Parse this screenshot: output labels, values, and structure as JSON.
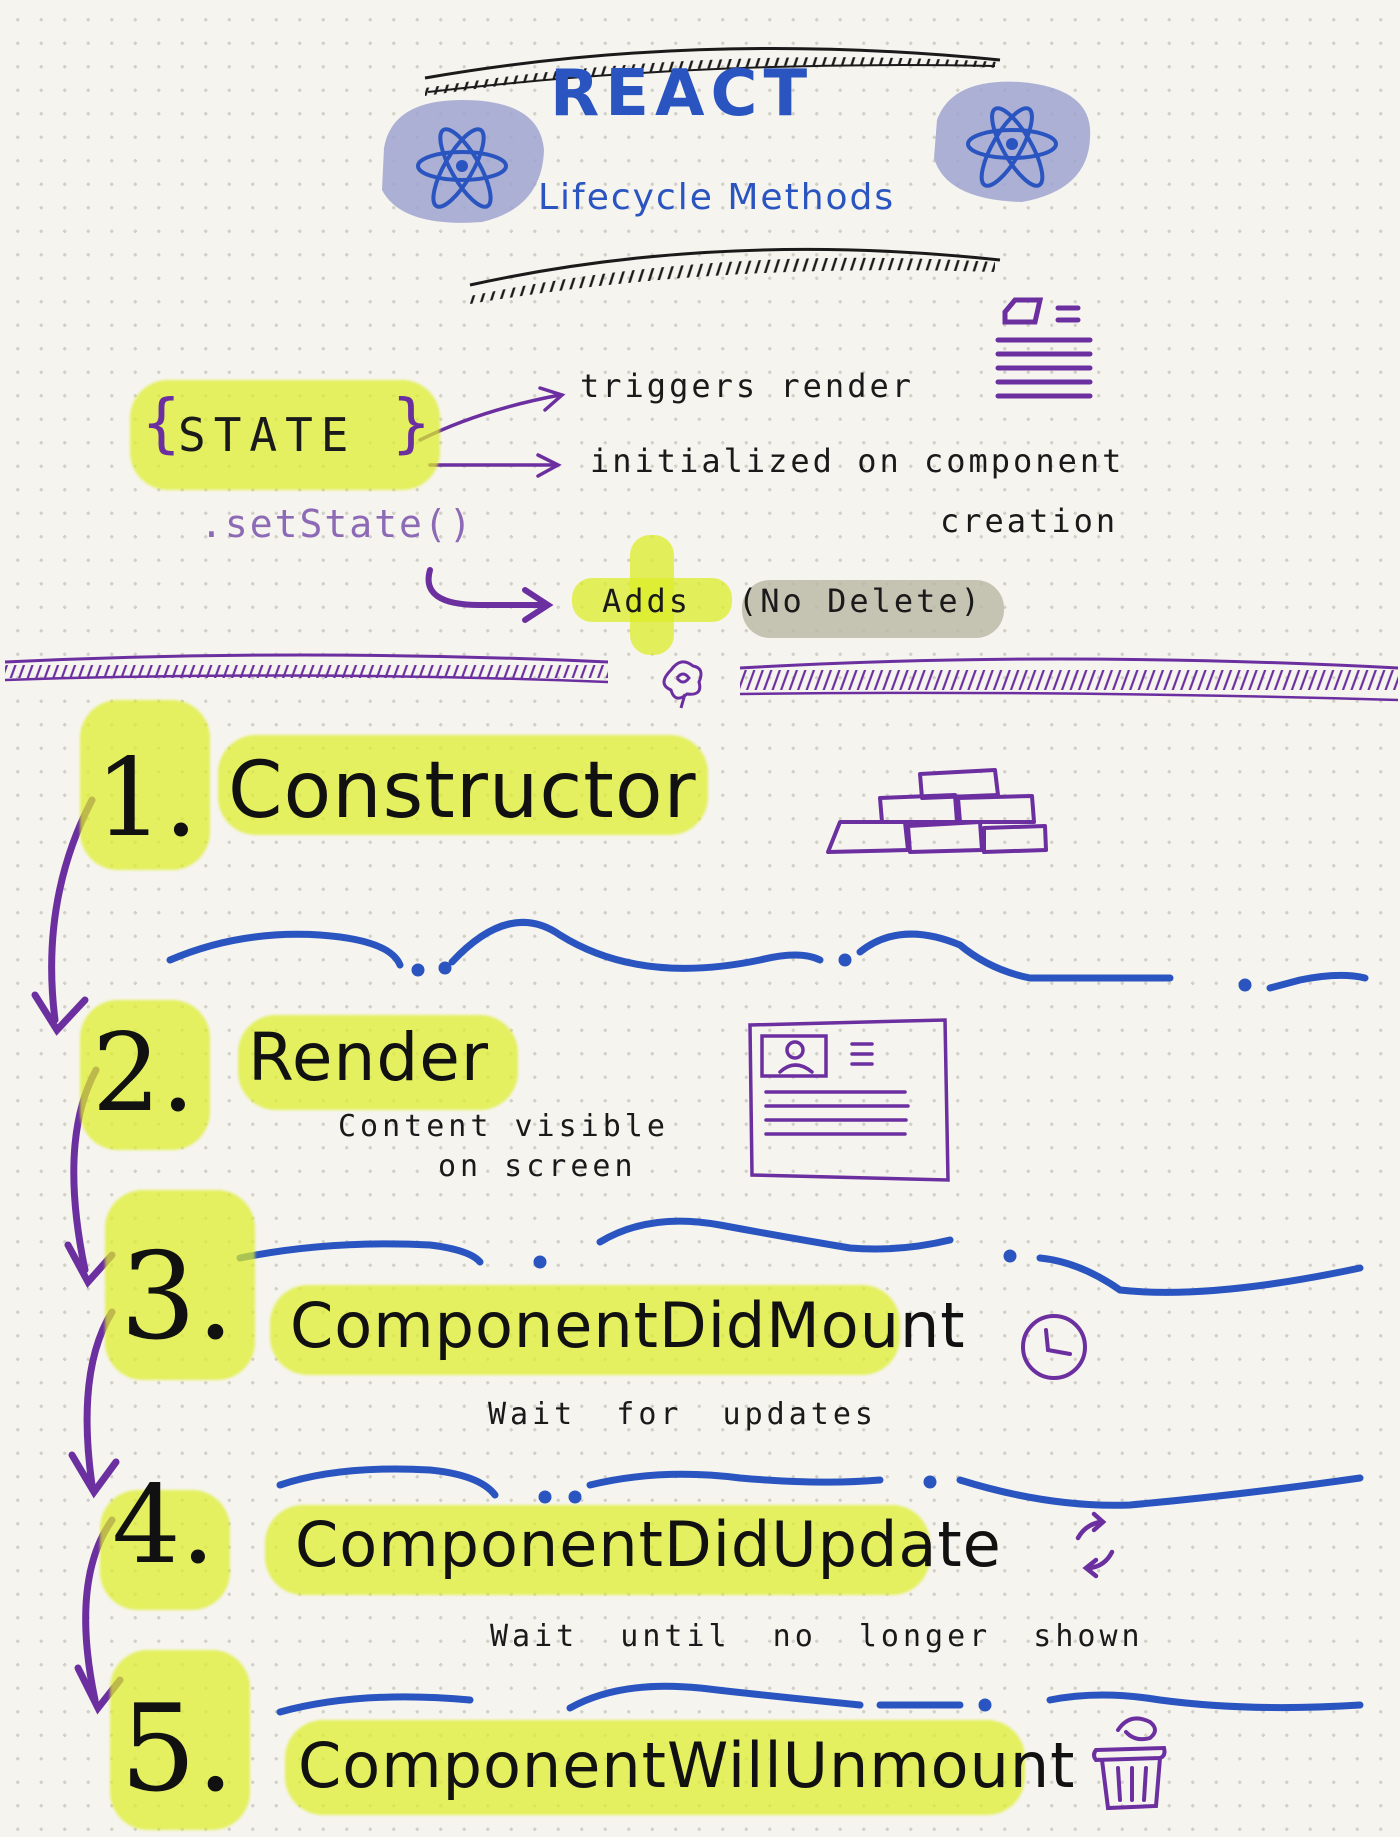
{
  "header": {
    "title": "REACT",
    "subtitle": "Lifecycle Methods"
  },
  "state_section": {
    "label": "STATE",
    "braces": [
      "{",
      "}"
    ],
    "notes": [
      "triggers render",
      "initialized on component",
      "creation"
    ],
    "method": ".setState()",
    "result_adds": "Adds",
    "result_no_delete": "(No Delete)"
  },
  "steps": [
    {
      "number": "1.",
      "name": "Constructor",
      "description": []
    },
    {
      "number": "2.",
      "name": "Render",
      "description": [
        "Content visible",
        "on screen"
      ]
    },
    {
      "number": "3.",
      "name": "ComponentDidMount",
      "description": [
        "Wait for updates"
      ]
    },
    {
      "number": "4.",
      "name": "ComponentDidUpdate",
      "description": [
        "Wait until no longer shown"
      ]
    },
    {
      "number": "5.",
      "name": "ComponentWillUnmount",
      "description": []
    }
  ],
  "icons": [
    "atom-icon-left",
    "atom-icon-right",
    "document-icon",
    "bricks-icon",
    "profile-card-icon",
    "clock-icon",
    "refresh-icon",
    "trash-icon",
    "flower-icon"
  ],
  "colors": {
    "blue": "#2a55c0",
    "purple": "#6b2fa0",
    "highlight": "#dcee28",
    "ink": "#111111",
    "background": "#f6f4ef"
  }
}
